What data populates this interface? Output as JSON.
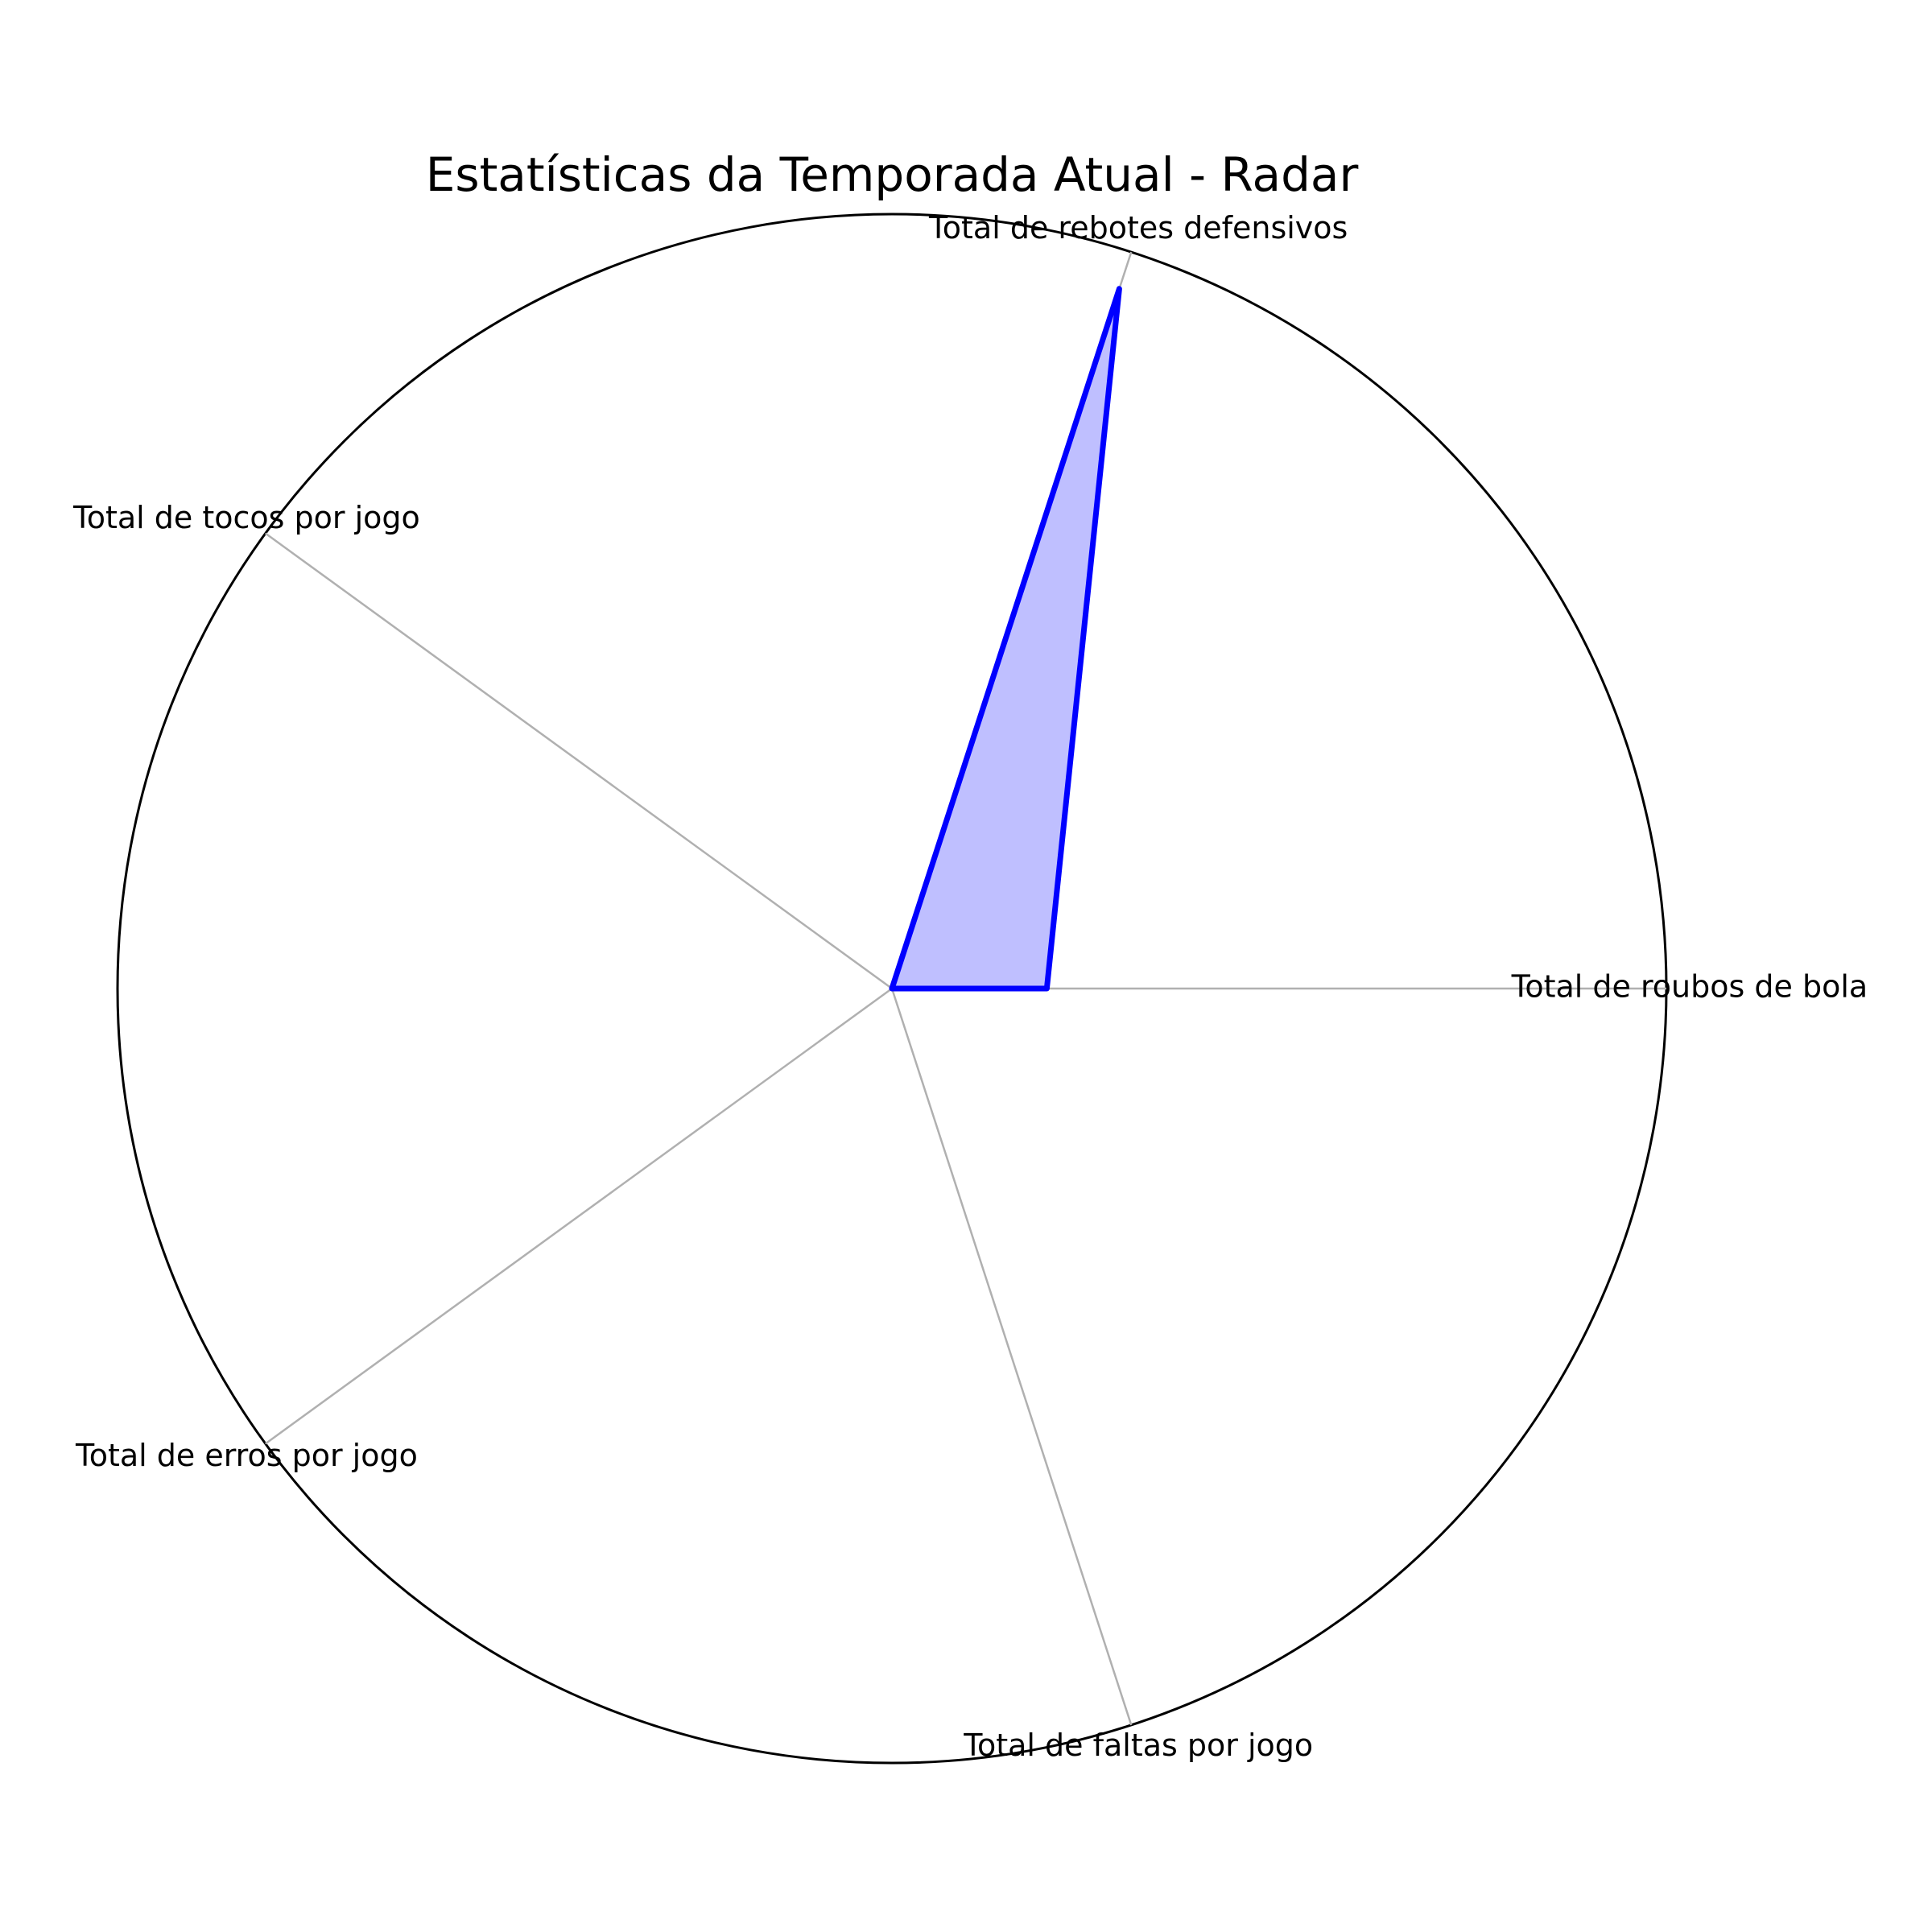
{
  "chart_data": {
    "type": "radar",
    "title": "Estatísticas da Temporada Atual - Radar",
    "categories": [
      "Total de roubos de bola",
      "Total de rebotes defensivos",
      "Total de tocos por jogo",
      "Total de erros por jogo",
      "Total de faltas por jogo"
    ],
    "series": [
      {
        "values": [
          0.2,
          0.95,
          0.0,
          0.0,
          0.0
        ]
      }
    ],
    "rlim": [
      0,
      1
    ],
    "radial_grid": false,
    "radial_tick_labels": false,
    "colors": {
      "line": "#0000ff",
      "fill": "#bfbfff",
      "spokes": "#b0b0b0",
      "frame": "#000000"
    }
  }
}
